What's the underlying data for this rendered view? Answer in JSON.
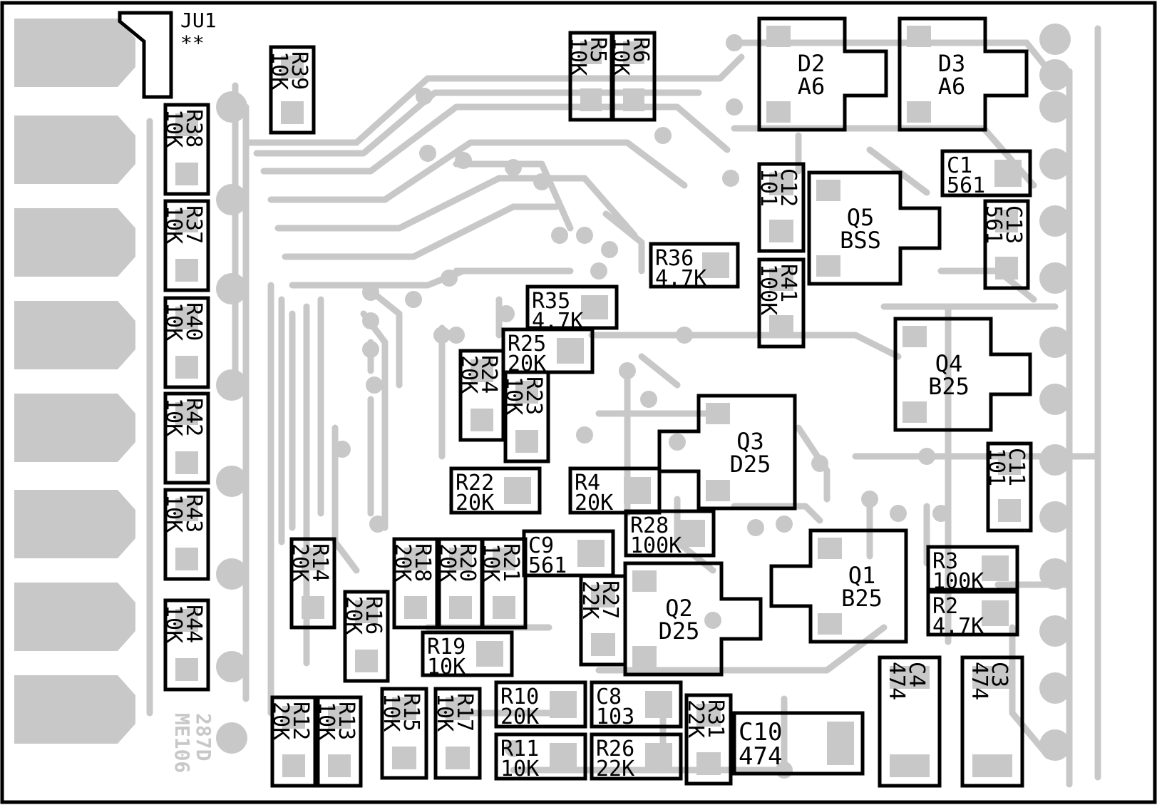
{
  "colors": {
    "trace": "#c8c8c8",
    "pad": "#c8c8c8",
    "silkscreen": "#000000",
    "background": "#ffffff"
  },
  "board": {
    "jumper": {
      "ref": "JU1",
      "mark": "**"
    },
    "ghost_label": [
      "ME106",
      "287D"
    ]
  },
  "components": [
    {
      "ref": "R39",
      "value": "10K"
    },
    {
      "ref": "R38",
      "value": "10K"
    },
    {
      "ref": "R37",
      "value": "10K"
    },
    {
      "ref": "R40",
      "value": "10K"
    },
    {
      "ref": "R42",
      "value": "10K"
    },
    {
      "ref": "R43",
      "value": "10K"
    },
    {
      "ref": "R44",
      "value": "10K"
    },
    {
      "ref": "R5",
      "value": "10K"
    },
    {
      "ref": "R6",
      "value": "10K"
    },
    {
      "ref": "D2",
      "value": "A6"
    },
    {
      "ref": "D3",
      "value": "A6"
    },
    {
      "ref": "C12",
      "value": "101"
    },
    {
      "ref": "Q5",
      "value": "BSS"
    },
    {
      "ref": "C1",
      "value": "561"
    },
    {
      "ref": "C13",
      "value": "561"
    },
    {
      "ref": "R36",
      "value": "4.7K"
    },
    {
      "ref": "R41",
      "value": "100K"
    },
    {
      "ref": "R35",
      "value": "4.7K"
    },
    {
      "ref": "R25",
      "value": "20K"
    },
    {
      "ref": "R24",
      "value": "20K"
    },
    {
      "ref": "R23",
      "value": "10K"
    },
    {
      "ref": "Q4",
      "value": "B25"
    },
    {
      "ref": "Q3",
      "value": "D25"
    },
    {
      "ref": "R22",
      "value": "20K"
    },
    {
      "ref": "R4",
      "value": "20K"
    },
    {
      "ref": "C11",
      "value": "101"
    },
    {
      "ref": "R28",
      "value": "100K"
    },
    {
      "ref": "R14",
      "value": "20K"
    },
    {
      "ref": "R18",
      "value": "20K"
    },
    {
      "ref": "R20",
      "value": "20K"
    },
    {
      "ref": "R21",
      "value": "10K"
    },
    {
      "ref": "C9",
      "value": "561"
    },
    {
      "ref": "Q1",
      "value": "B25"
    },
    {
      "ref": "R3",
      "value": "100K"
    },
    {
      "ref": "R27",
      "value": "22K"
    },
    {
      "ref": "Q2",
      "value": "D25"
    },
    {
      "ref": "R2",
      "value": "4.7K"
    },
    {
      "ref": "R16",
      "value": "20K"
    },
    {
      "ref": "R19",
      "value": "10K"
    },
    {
      "ref": "C4",
      "value": "474"
    },
    {
      "ref": "C3",
      "value": "474"
    },
    {
      "ref": "R12",
      "value": "20K"
    },
    {
      "ref": "R13",
      "value": "10K"
    },
    {
      "ref": "R15",
      "value": "10K"
    },
    {
      "ref": "R17",
      "value": "10K"
    },
    {
      "ref": "R10",
      "value": "20K"
    },
    {
      "ref": "C8",
      "value": "103"
    },
    {
      "ref": "R31",
      "value": "22K"
    },
    {
      "ref": "C10",
      "value": "474"
    },
    {
      "ref": "R11",
      "value": "10K"
    },
    {
      "ref": "R26",
      "value": "22K"
    }
  ]
}
